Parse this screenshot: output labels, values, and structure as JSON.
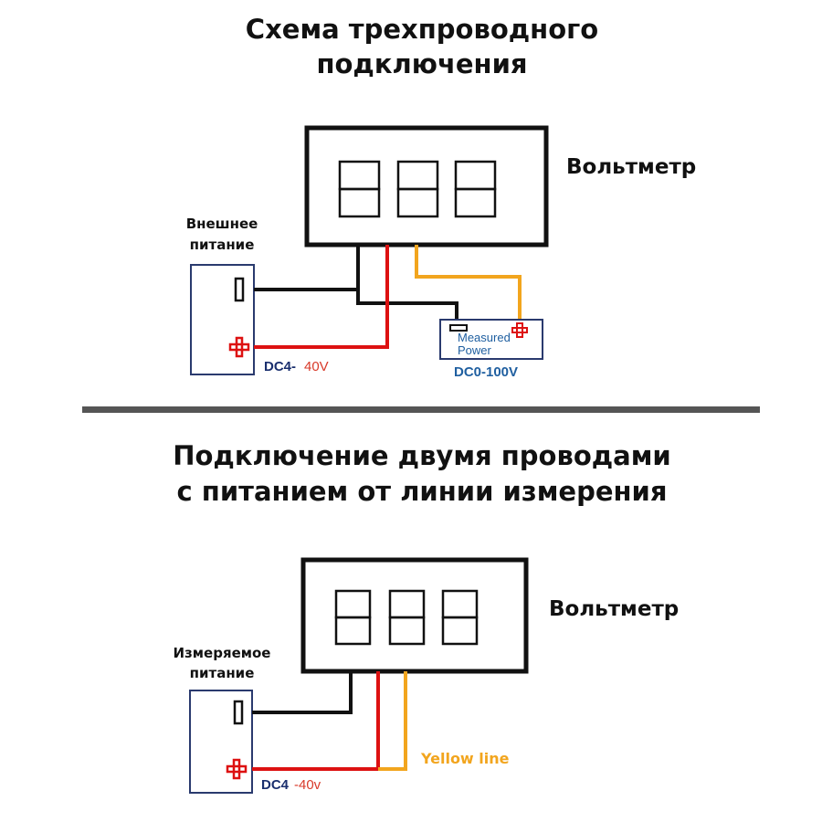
{
  "section1": {
    "title_line1": "Схема трехпроводного",
    "title_line2": "подключения",
    "meter_label": "Вольтметр",
    "supply_label_line1": "Внешнее",
    "supply_label_line2": "питание",
    "supply_range_prefix": "DC4-",
    "supply_range_value": "40V",
    "measured_line1": "Measured",
    "measured_line2": "Power",
    "measured_range": "DC0-100V"
  },
  "section2": {
    "title_line1": "Подключение двумя проводами",
    "title_line2": "с питанием от линии измерения",
    "meter_label": "Вольтметр",
    "supply_label_line1": "Измеряемое",
    "supply_label_line2": "питание",
    "supply_range_prefix": "DC4",
    "supply_range_value": "-40v",
    "wire_label": "Yellow line"
  },
  "colors": {
    "wire_black": "#111111",
    "wire_red": "#dd1111",
    "wire_yellow": "#f2a51e",
    "dc_label_blue": "#1a2f6e",
    "dc_value_red": "#d83a2a",
    "measured_blue": "#1f5fa0",
    "divider_gray": "#555555"
  },
  "icons": [
    "minus-terminal-icon",
    "plus-terminal-icon",
    "seven-segment-digit-icon"
  ]
}
